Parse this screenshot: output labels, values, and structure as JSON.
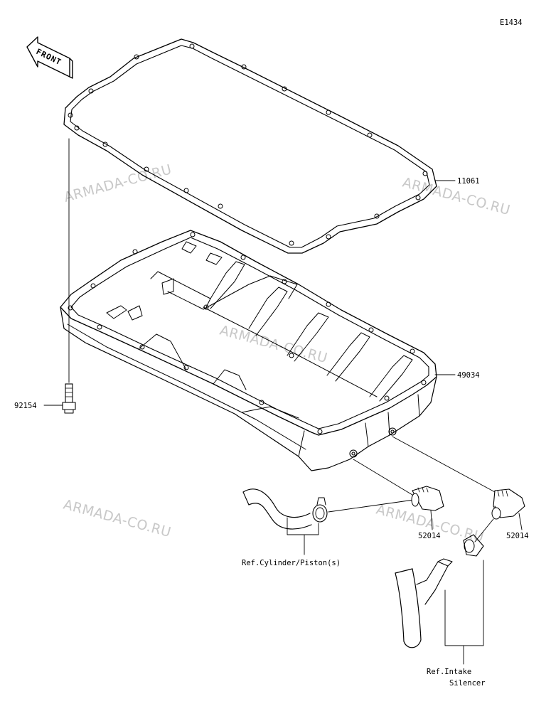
{
  "diagram_id": "E1434",
  "front_label": "FRONT",
  "watermark": "ARMADA-CO.RU",
  "callouts": {
    "gasket": "11061",
    "oil_pan": "49034",
    "bolt": "92154",
    "fitting_left": "52014",
    "fitting_right": "52014"
  },
  "refs": {
    "cylinder_line1": "Ref.Cylinder/Piston(s)",
    "intake_line1": "Ref.Intake",
    "intake_line2": "Silencer"
  }
}
